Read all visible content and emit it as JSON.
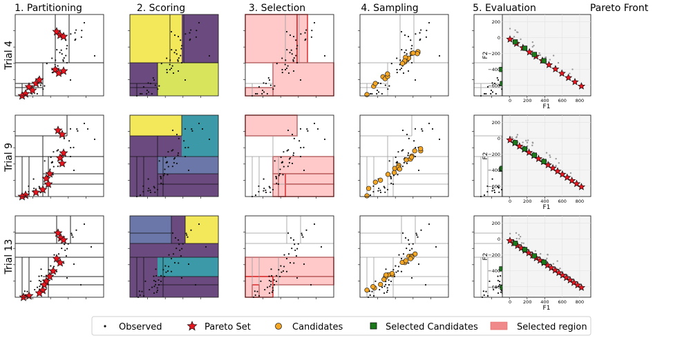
{
  "columns": [
    {
      "title": "1. Partitioning"
    },
    {
      "title": "2. Scoring"
    },
    {
      "title": "3. Selection"
    },
    {
      "title": "4. Sampling"
    },
    {
      "title": "5. Evaluation"
    },
    {
      "title": "Pareto Front"
    }
  ],
  "rows": [
    {
      "label": "Trial 4"
    },
    {
      "label": "Trial 9"
    },
    {
      "label": "Trial 13"
    }
  ],
  "pareto": {
    "xlabel": "F1",
    "ylabel": "F2",
    "xticks": [
      "0",
      "200",
      "400",
      "600",
      "800"
    ],
    "yticks": [
      "200",
      "0",
      "−200",
      "−400",
      "−600"
    ]
  },
  "legend": {
    "items": [
      {
        "label": "Observed",
        "marker": "dot"
      },
      {
        "label": "Pareto Set",
        "marker": "star"
      },
      {
        "label": "Candidates",
        "marker": "circle"
      },
      {
        "label": "Selected Candidates",
        "marker": "square"
      },
      {
        "label": "Selected region",
        "marker": "patch"
      }
    ]
  },
  "colors": {
    "pareto_star": "#e8141e",
    "candidate": "#f5a623",
    "selected_candidate": "#1a7a1a",
    "selected_region_fill": "#ffc9c9",
    "selected_region_edge": "#d61f1f",
    "score_low": "#6b4a7f",
    "score_mid": "#3c9aa8",
    "score_high": "#f2e85a",
    "score_yellowgreen": "#d8e45c",
    "score_slate": "#6b77a8",
    "observed": "#111111"
  }
}
